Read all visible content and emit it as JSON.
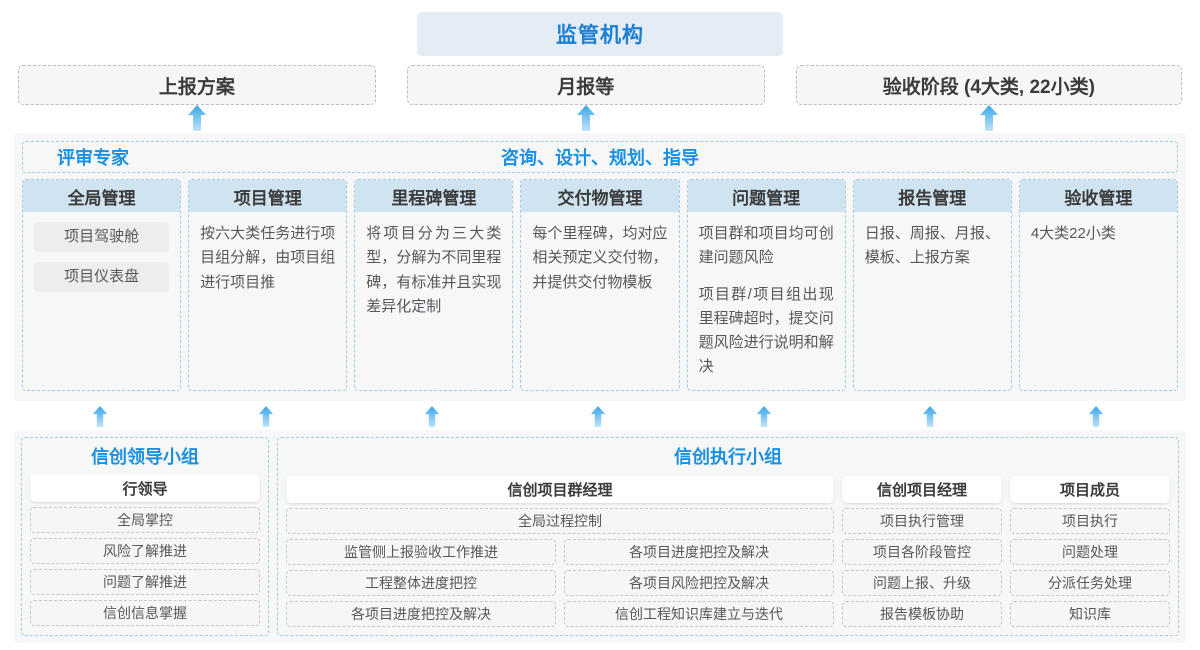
{
  "top": {
    "regulator": "监管机构",
    "reports": [
      {
        "label": "上报方案"
      },
      {
        "label": "月报等"
      },
      {
        "label": "验收阶段 (4大类, 22小类)"
      }
    ]
  },
  "middle": {
    "roles": [
      {
        "label": "评审专家"
      },
      {
        "label": "咨询、设计、规划、指导"
      }
    ],
    "cards": [
      {
        "title": "全局管理",
        "pills": [
          "项目驾驶舱",
          "项目仪表盘"
        ],
        "paragraphs": []
      },
      {
        "title": "项目管理",
        "pills": [],
        "paragraphs": [
          "按六大类任务进行项目组分解，由项目组进行项目推"
        ]
      },
      {
        "title": "里程碑管理",
        "pills": [],
        "paragraphs": [
          "将项目分为三大类型，分解为不同里程碑，有标准并且实现差异化定制"
        ]
      },
      {
        "title": "交付物管理",
        "pills": [],
        "paragraphs": [
          "每个里程碑，均对应相关预定义交付物，并提供交付物模板"
        ]
      },
      {
        "title": "问题管理",
        "pills": [],
        "paragraphs": [
          "项目群和项目均可创建问题风险",
          "项目群/项目组出现里程碑超时，提交问题风险进行说明和解决"
        ]
      },
      {
        "title": "报告管理",
        "pills": [],
        "paragraphs": [
          "日报、周报、月报、模板、上报方案"
        ]
      },
      {
        "title": "验收管理",
        "pills": [],
        "paragraphs": [
          "4大类22小类"
        ]
      }
    ]
  },
  "bottom": {
    "leading_group": {
      "title": "信创领导小组",
      "head": "行领导",
      "items": [
        "全局掌控",
        "风险了解推进",
        "问题了解推进",
        "信创信息掌握"
      ]
    },
    "exec_group": {
      "title": "信创执行小组",
      "program_manager": {
        "head": "信创项目群经理",
        "full_width_item": "全局过程控制",
        "left_items": [
          "监管侧上报验收工作推进",
          "工程整体进度把控",
          "各项目进度把控及解决"
        ],
        "right_items": [
          "各项目进度把控及解决",
          "各项目风险把控及解决",
          "信创工程知识库建立与迭代"
        ]
      },
      "project_manager": {
        "head": "信创项目经理",
        "items": [
          "项目执行管理",
          "项目各阶段管控",
          "问题上报、升级",
          "报告模板协助"
        ]
      },
      "member": {
        "head": "项目成员",
        "items": [
          "项目执行",
          "问题处理",
          "分派任务处理",
          "知识库"
        ]
      }
    }
  },
  "icons": {
    "arrow_up": "arrow-up-icon"
  },
  "colors": {
    "accent_blue": "#1b90e0",
    "banner_bg": "#e6ecf5",
    "card_head_bg": "#cfe3f0",
    "dashed_blue": "#9ecbea",
    "dashed_gray": "#c7c7c7",
    "panel_bg": "#f7f7f7",
    "arrow_top": "#3aa7e8",
    "arrow_bottom": "#b8e0f7"
  }
}
